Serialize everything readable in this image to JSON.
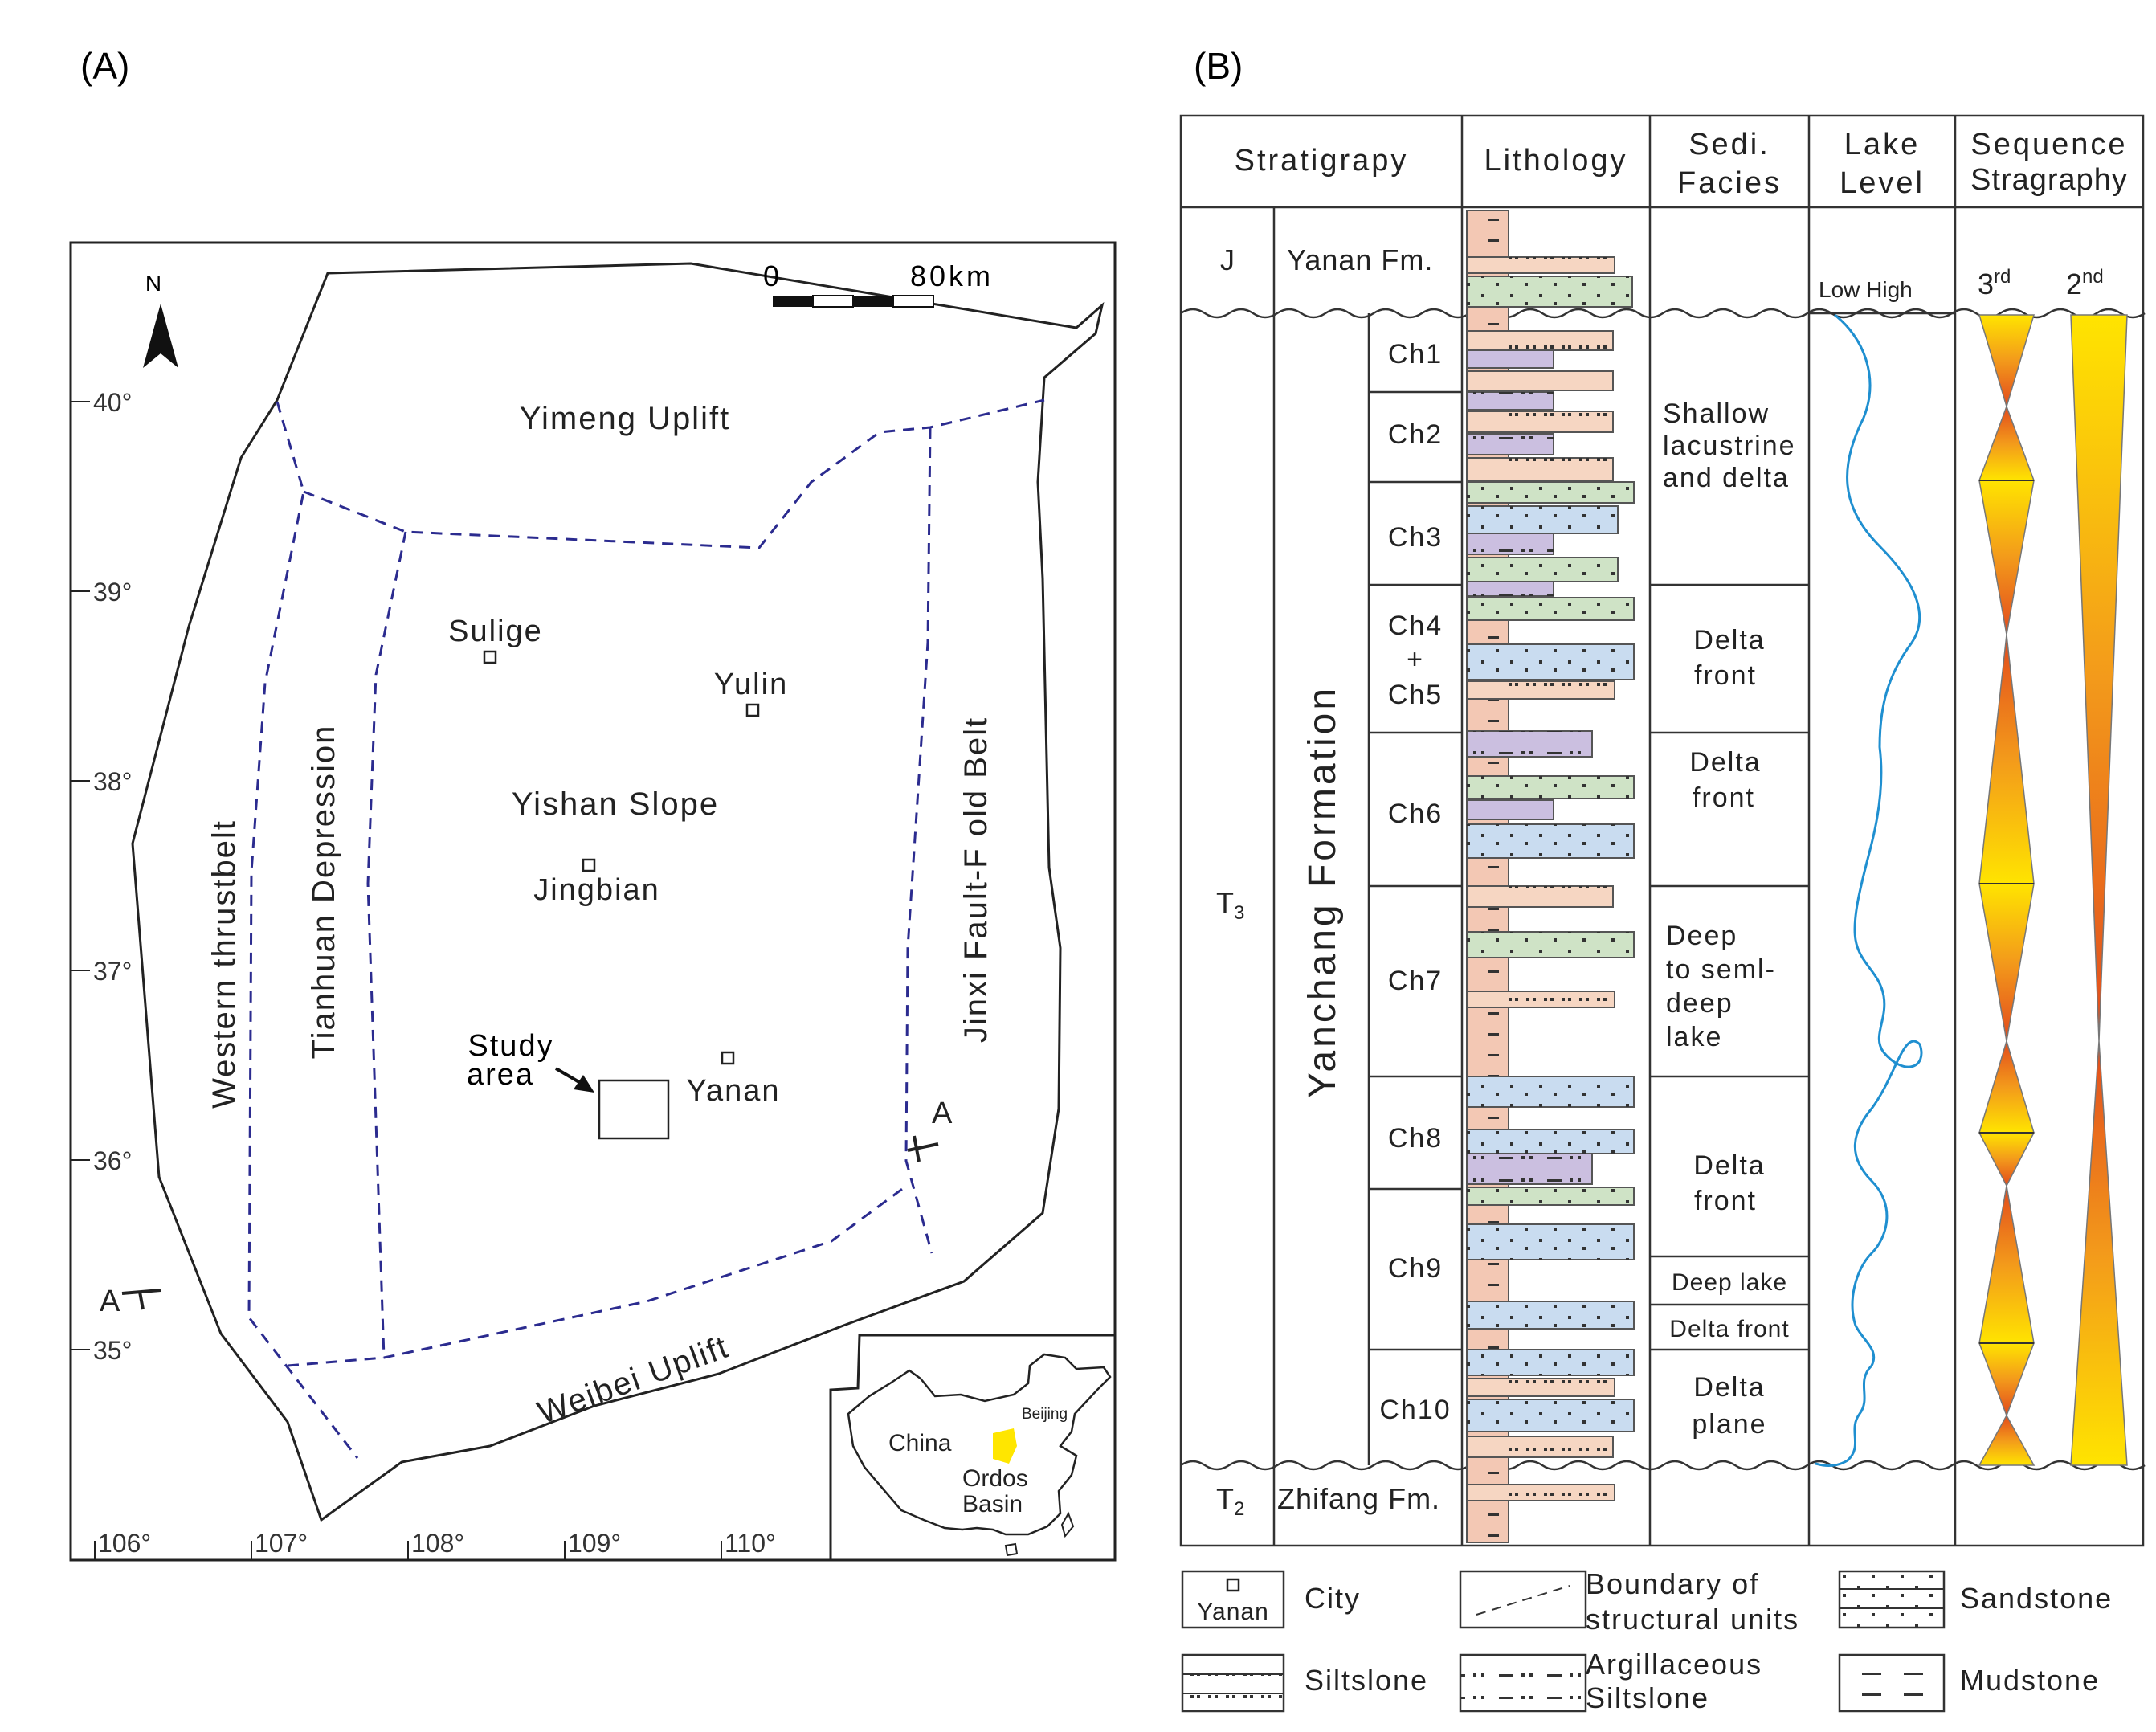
{
  "panel_a": {
    "label": "(A)",
    "north": "N",
    "scale": {
      "start": "0",
      "end": "80km"
    },
    "lat_ticks": [
      "40°",
      "39°",
      "38°",
      "37°",
      "36°",
      "35°"
    ],
    "lon_ticks": [
      "106°",
      "107°",
      "108°",
      "109°",
      "110°"
    ],
    "units": {
      "yimeng": "Yimeng Uplift",
      "western": "Western thrustbelt",
      "tianhuan": "Tianhuan Depression",
      "yishan": "Yishan Slope",
      "jinxi": "Jinxi Fault-F old Belt",
      "weibei": "Weibei Uplift"
    },
    "cities": {
      "sulige": "Sulige",
      "yulin": "Yulin",
      "jingbian": "Jingbian",
      "yanan": "Yanan"
    },
    "study_area": [
      "Study",
      "area"
    ],
    "section_end_a": "A",
    "section_end_a_prime": "A",
    "inset": {
      "china": "China",
      "beijing": "Beijing",
      "ordos_1": "Ordos",
      "ordos_2": "Basin"
    },
    "colors": {
      "boundary": "#2b2b8f",
      "ordos": "#ffe600"
    }
  },
  "panel_b": {
    "label": "(B)",
    "headers": {
      "strat": "Stratigrapy",
      "litho": "Lithology",
      "facies_1": "Sedi.",
      "facies_2": "Facies",
      "lake_1": "Lake",
      "lake_2": "Level",
      "seq_1": "Sequence",
      "seq_2": "Stragraphy"
    },
    "lake_scale": "Low High",
    "seq_orders": {
      "third_num": "3",
      "third_sup": "rd",
      "second_num": "2",
      "second_sup": "nd"
    },
    "periods": {
      "j": "J",
      "t3": "T",
      "t3_sub": "3",
      "t2": "T",
      "t2_sub": "2"
    },
    "formations": {
      "yanan": "Yanan Fm.",
      "yanchang": "Yanchang Formation",
      "zhifang": "Zhifang Fm."
    },
    "members": [
      "Ch1",
      "Ch2",
      "Ch3",
      "Ch4",
      "+",
      "Ch5",
      "Ch6",
      "Ch7",
      "Ch8",
      "Ch9",
      "Ch10"
    ],
    "facies": {
      "shallow": [
        "Shallow",
        "lacustrine",
        "and delta"
      ],
      "delta_front_1": [
        "Delta",
        "front"
      ],
      "delta_front_2": [
        "Delta",
        "front"
      ],
      "deep": [
        "Deep",
        "to seml-",
        "deep",
        "lake"
      ],
      "delta_front_3": [
        "Delta",
        "front"
      ],
      "deep_lake": "Deep lake",
      "delta_front_4": "Delta front",
      "delta_plane": [
        "Delta",
        "plane"
      ]
    },
    "litho_colors": {
      "mudstone": "#f3c8b4",
      "siltstone": "#f6d6c2",
      "argillaceous": "#cbbfe0",
      "sandstone_green": "#cfe3c6",
      "sandstone_blue": "#c9dcf0"
    },
    "seq_colors": {
      "yellow": "#ffe400",
      "orange": "#ef7d1e",
      "red": "#e0441c"
    },
    "lake_color": "#1f8fd0"
  },
  "legend": {
    "yanan": "Yanan",
    "city": "City",
    "boundary_1": "Boundary of",
    "boundary_2": "structural units",
    "sandstone": "Sandstone",
    "siltstone": "Siltslone",
    "argillaceous_1": "Argillaceous",
    "argillaceous_2": "Siltslone",
    "mudstone": "Mudstone"
  }
}
